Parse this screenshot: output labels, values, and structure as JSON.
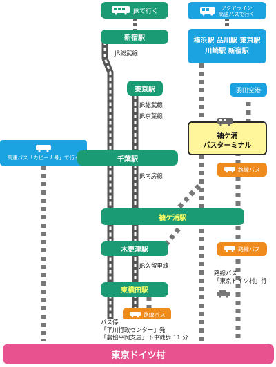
{
  "top": {
    "jr_label": "JRで行く",
    "aqualine_label_1": "アクアライン",
    "aqualine_label_2": "高速バスで行く"
  },
  "stations": {
    "shinjuku": "新宿駅",
    "tokyo": "東京駅",
    "chiba": "千葉駅",
    "sodegaura": "袖ケ浦駅",
    "kisarazu": "木更津駅",
    "higashiyokota": "東横田駅"
  },
  "lines": {
    "sobu_1": "JR総武線",
    "sobu_2": "JR総武線",
    "keiyo": "JR京葉線",
    "uchibo": "JR内房線",
    "kururi": "JR久留里線"
  },
  "bus_origins": {
    "line1": "横浜駅 品川駅 東京駅",
    "line2": "川崎駅 新宿駅",
    "haneda": "羽田空港"
  },
  "terminal": {
    "line1": "袖ケ浦",
    "line2": "バスターミナル"
  },
  "highway_bus": "高速バス「カピーナ号」で行く",
  "route_bus": {
    "b1": "路線バス",
    "b2": "路線バス",
    "b3": "路線バス"
  },
  "route_bus_note": {
    "line1": "路線バス",
    "line2": "「東京ドイツ村」行"
  },
  "bus_stop_note": {
    "line1": "バス停",
    "line2": "「平川行政センター」発",
    "line3": "「農協平岡支店」下車徒歩 11 分"
  },
  "destination": "東京ドイツ村",
  "colors": {
    "jr_green": "#1a9b73",
    "bus_blue": "#1aa3e0",
    "route_orange": "#ef8a1c",
    "terminal_yellow": "#fff59a",
    "destination_pink": "#e8528f",
    "station_highlight": "#ffff66"
  }
}
